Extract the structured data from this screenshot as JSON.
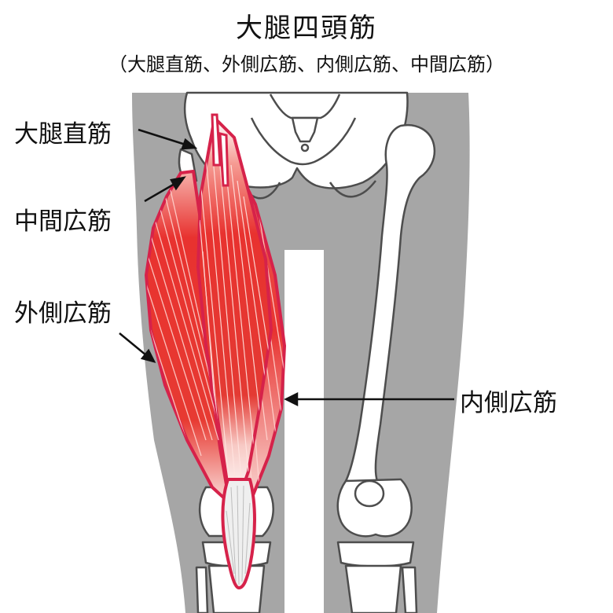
{
  "title": "大腿四頭筋",
  "subtitle": "（大腿直筋、外側広筋、内側広筋、中間広筋）",
  "labels": {
    "rectus_femoris": "大腿直筋",
    "vastus_intermedius": "中間広筋",
    "vastus lateralis": "外側広筋",
    "vastus_lateralis": "外側広筋",
    "vastus_medialis": "内側広筋"
  },
  "colors": {
    "leg_silhouette": "#a6a6a6",
    "bone_fill": "#ffffff",
    "bone_outline": "#4d4d4d",
    "muscle_red": "#e8322f",
    "muscle_outline": "#d6224a",
    "tendon": "#efefef",
    "arrow": "#111111"
  }
}
